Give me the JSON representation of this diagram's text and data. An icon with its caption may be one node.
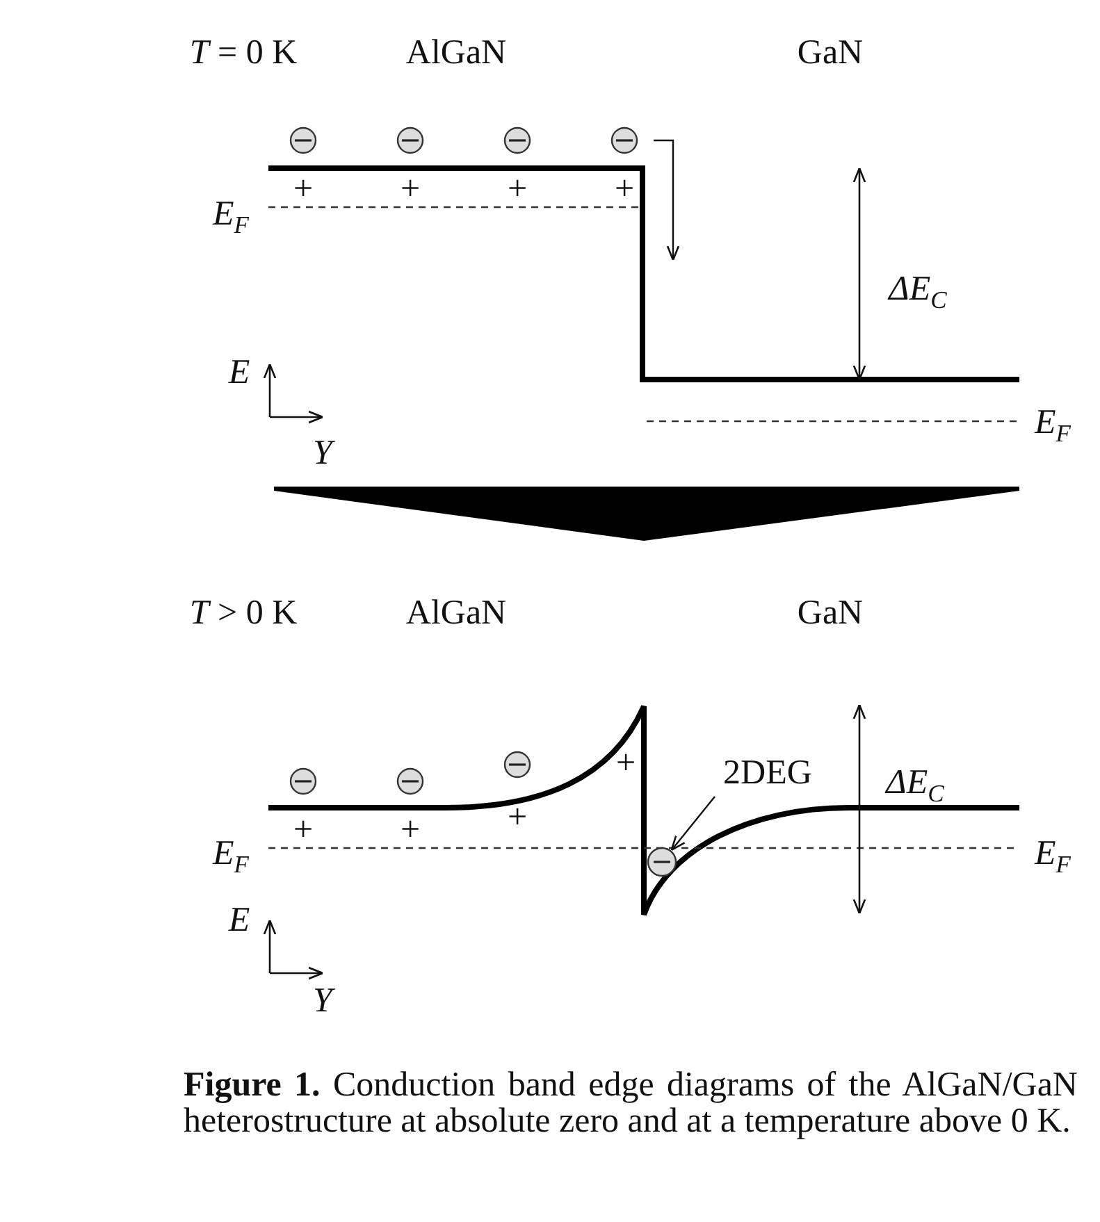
{
  "diagram": {
    "caption": "**Figure 1.** Conduction band edge diagrams of the AlGaN/GaN heterostructure at absolute zero and at a temperature above 0 K.",
    "nodes": [
      {
        "text": [],
        "shape": "circle"
      },
      {
        "text": [
          "2DEG"
        ]
      },
      {
        "text": [],
        "shape": "circle"
      }
    ],
    "edges": [
      {
        "from": 0,
        "to": null,
        "arrow": "to"
      },
      {
        "from": 1,
        "to": 2,
        "arrow": "to"
      }
    ],
    "labels": [
      "*T* = 0 K",
      "AlGaN",
      "GaN",
      "+",
      "+",
      "+",
      "+",
      "E$_{F}$",
      "ΔE$_{C}$",
      "*E*",
      "*Y*",
      "E$_{F}$",
      "*T* > 0 K",
      "AlGaN",
      "GaN",
      "+",
      "+",
      "+",
      "+",
      "ΔE$_{C}$",
      "E$_{F}$",
      "E$_{F}$",
      "*E*",
      "*Y*"
    ]
  }
}
